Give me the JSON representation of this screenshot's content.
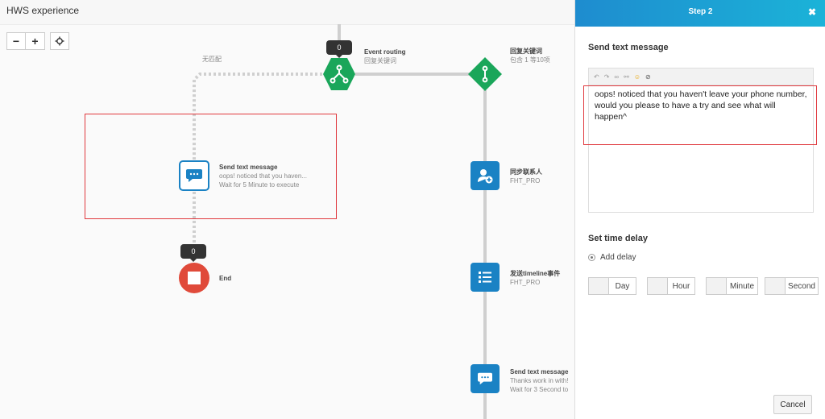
{
  "app": {
    "title": "HWS experience"
  },
  "toolbar": {
    "zoom_out": "−",
    "zoom_in": "+",
    "fit_icon": "crosshair-icon"
  },
  "flow": {
    "branch_label": "无匹配",
    "event_routing": {
      "count": "0",
      "title": "Event routing",
      "subtitle": "回复关键词"
    },
    "reply_keyword": {
      "title": "回复关键词",
      "subtitle": "包含 1 等10项"
    },
    "send_left": {
      "title": "Send text message",
      "preview": "oops! noticed that you haven...",
      "wait": "Wait for 5 Minute to execute"
    },
    "end_node": {
      "count": "0",
      "title": "End"
    },
    "sync_contact": {
      "title": "同步联系人",
      "subtitle": "FHT_PRO"
    },
    "timeline_event": {
      "title": "发送timeline事件",
      "subtitle": "FHT_PRO"
    },
    "send_right": {
      "title": "Send text message",
      "preview": "Thanks work in with!",
      "wait": "Wait for 3 Second to"
    }
  },
  "panel": {
    "title": "Step 2",
    "close": "✖",
    "message_section": "Send text message",
    "message_text": "oops! noticed that you haven't leave your phone number, would you please to have a try and see what will happen^",
    "delay_section": "Set time delay",
    "add_delay": "Add delay",
    "units": [
      "Day",
      "Hour",
      "Minute",
      "Second"
    ],
    "cancel": "Cancel"
  },
  "colors": {
    "blue": "#1a82c4",
    "green": "#1aa65a",
    "red": "#e04a3a",
    "header": "#1e8ccf"
  }
}
